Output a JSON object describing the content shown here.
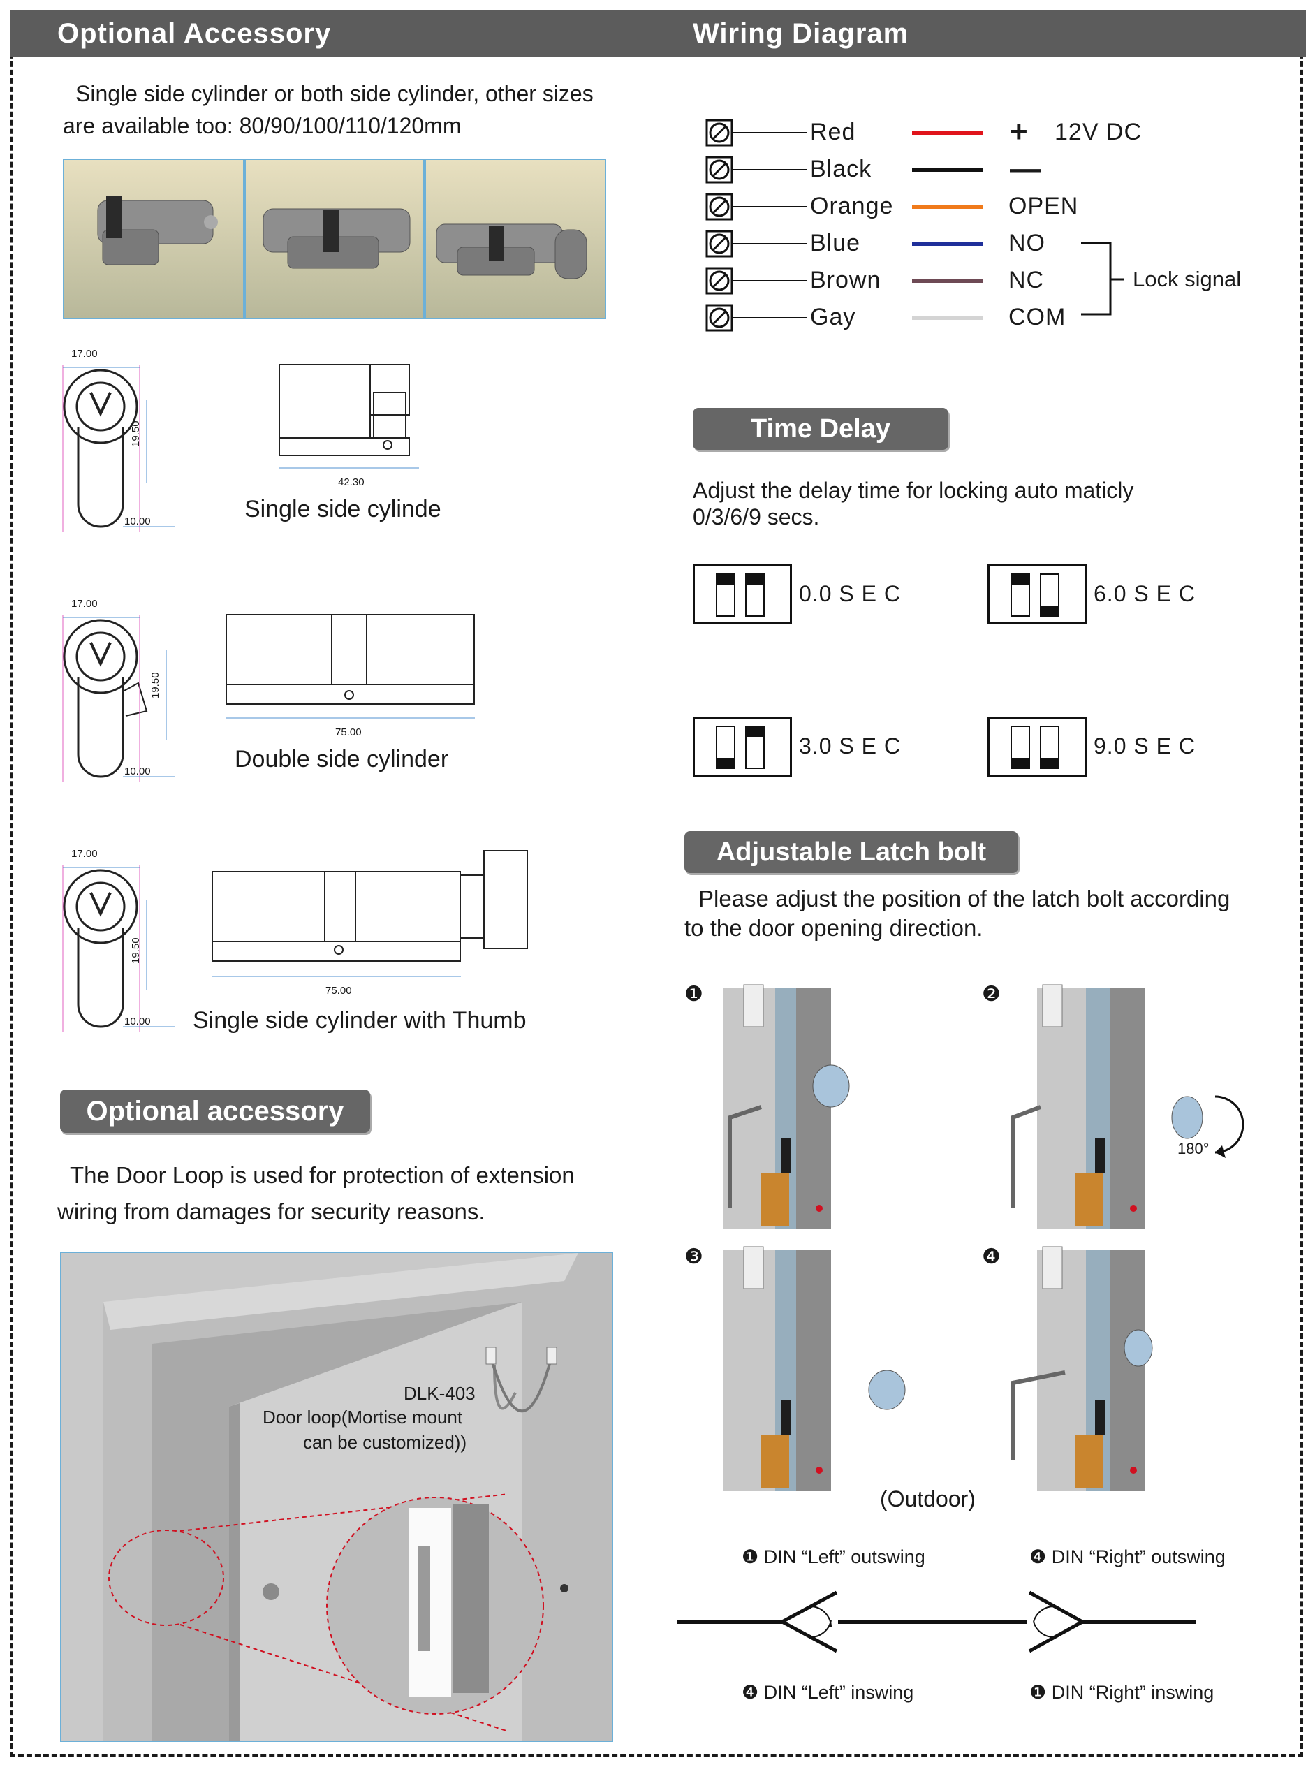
{
  "header": {
    "left_title": "Optional Accessory",
    "right_title": "Wiring Diagram"
  },
  "cylinder_section": {
    "intro_line1": "Single side cylinder or both side cylinder, other sizes",
    "intro_line2": "are available too: 80/90/100/110/120mm",
    "drawings": [
      {
        "dim_width": "17.00",
        "dim_height": "19.50",
        "dim_bottom": "10.00",
        "dim_length": "42.30",
        "caption": "Single side cylinde"
      },
      {
        "dim_width": "17.00",
        "dim_height": "19.50",
        "dim_bottom": "10.00",
        "dim_length": "75.00",
        "caption": "Double side cylinder"
      },
      {
        "dim_width": "17.00",
        "dim_height": "19.50",
        "dim_bottom": "10.00",
        "dim_length": "75.00",
        "caption": "Single side cylinder with Thumb"
      }
    ]
  },
  "door_loop_section": {
    "title": "Optional accessory",
    "text_line1": "The Door Loop is used for protection of extension",
    "text_line2": "wiring from damages for security reasons.",
    "label_model": "DLK-403",
    "label_line2": "Door loop(Mortise mount",
    "label_line3": "can be customized))"
  },
  "wiring": {
    "rows": [
      {
        "name": "Red",
        "color": "#e0141b",
        "signal": "12V DC",
        "symbol": "+"
      },
      {
        "name": "Black",
        "color": "#111111",
        "signal": "",
        "symbol": "—"
      },
      {
        "name": "Orange",
        "color": "#f07a1a",
        "signal": "OPEN",
        "symbol": ""
      },
      {
        "name": "Blue",
        "color": "#1f2f9a",
        "signal": "NO",
        "symbol": ""
      },
      {
        "name": "Brown",
        "color": "#6e4a55",
        "signal": "NC",
        "symbol": ""
      },
      {
        "name": "Gay",
        "color": "#d4d4d4",
        "signal": "COM",
        "symbol": ""
      }
    ],
    "bracket_label": "Lock signal"
  },
  "time_delay": {
    "title": "Time Delay",
    "text_line1": "Adjust the delay time for locking auto maticly",
    "text_line2": "0/3/6/9 secs.",
    "settings": [
      {
        "label": "0.0 S E C",
        "switch1": "up",
        "switch2": "up"
      },
      {
        "label": "6.0 S E C",
        "switch1": "up",
        "switch2": "down"
      },
      {
        "label": "3.0 S E C",
        "switch1": "down",
        "switch2": "up"
      },
      {
        "label": "9.0 S E C",
        "switch1": "down",
        "switch2": "down"
      }
    ]
  },
  "latch": {
    "title": "Adjustable Latch bolt",
    "text_line1": "Please adjust the position of the latch bolt according",
    "text_line2": "to the door opening direction.",
    "steps": [
      "❶",
      "❷",
      "❸",
      "❹"
    ],
    "rotation_label": "180°",
    "outdoor_label": "(Outdoor)",
    "din_top_left": "DIN “Left” outswing",
    "din_top_right": "DIN “Right” outswing",
    "din_bottom_left": "DIN “Left” inswing",
    "din_bottom_right": "DIN “Right” inswing",
    "din_top_left_num": "❶",
    "din_top_right_num": "❹",
    "din_bottom_left_num": "❹",
    "din_bottom_right_num": "❶"
  }
}
